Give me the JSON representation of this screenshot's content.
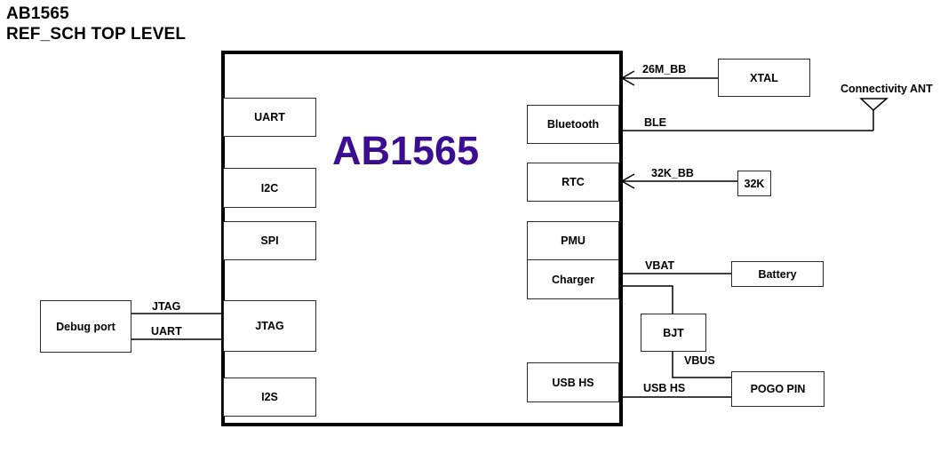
{
  "page_title": {
    "product": "AB1565",
    "sheet": "REF_SCH TOP LEVEL"
  },
  "chip": {
    "name": "AB1565",
    "name_color": "#3B0D91",
    "left_modules": [
      "UART",
      "I2C",
      "SPI",
      "JTAG",
      "I2S"
    ],
    "right_modules": [
      "Bluetooth",
      "RTC",
      "PMU",
      "Charger",
      "USB HS"
    ]
  },
  "external_blocks": {
    "debug_port": "Debug port",
    "xtal": "XTAL",
    "osc_32k": "32K",
    "battery": "Battery",
    "bjt": "BJT",
    "pogo_pin": "POGO PIN",
    "antenna": "Connectivity ANT"
  },
  "signals": {
    "clk_26m": "26M_BB",
    "ble": "BLE",
    "clk_32k": "32K_BB",
    "vbat": "VBAT",
    "vbus": "VBUS",
    "usb": "USB HS",
    "jtag": "JTAG",
    "uart": "UART"
  },
  "colors": {
    "background": "#ffffff",
    "line": "#000000",
    "box_border": "#2b2b2b",
    "chip_name_accent": "#3B0D91",
    "text": "#000000"
  }
}
